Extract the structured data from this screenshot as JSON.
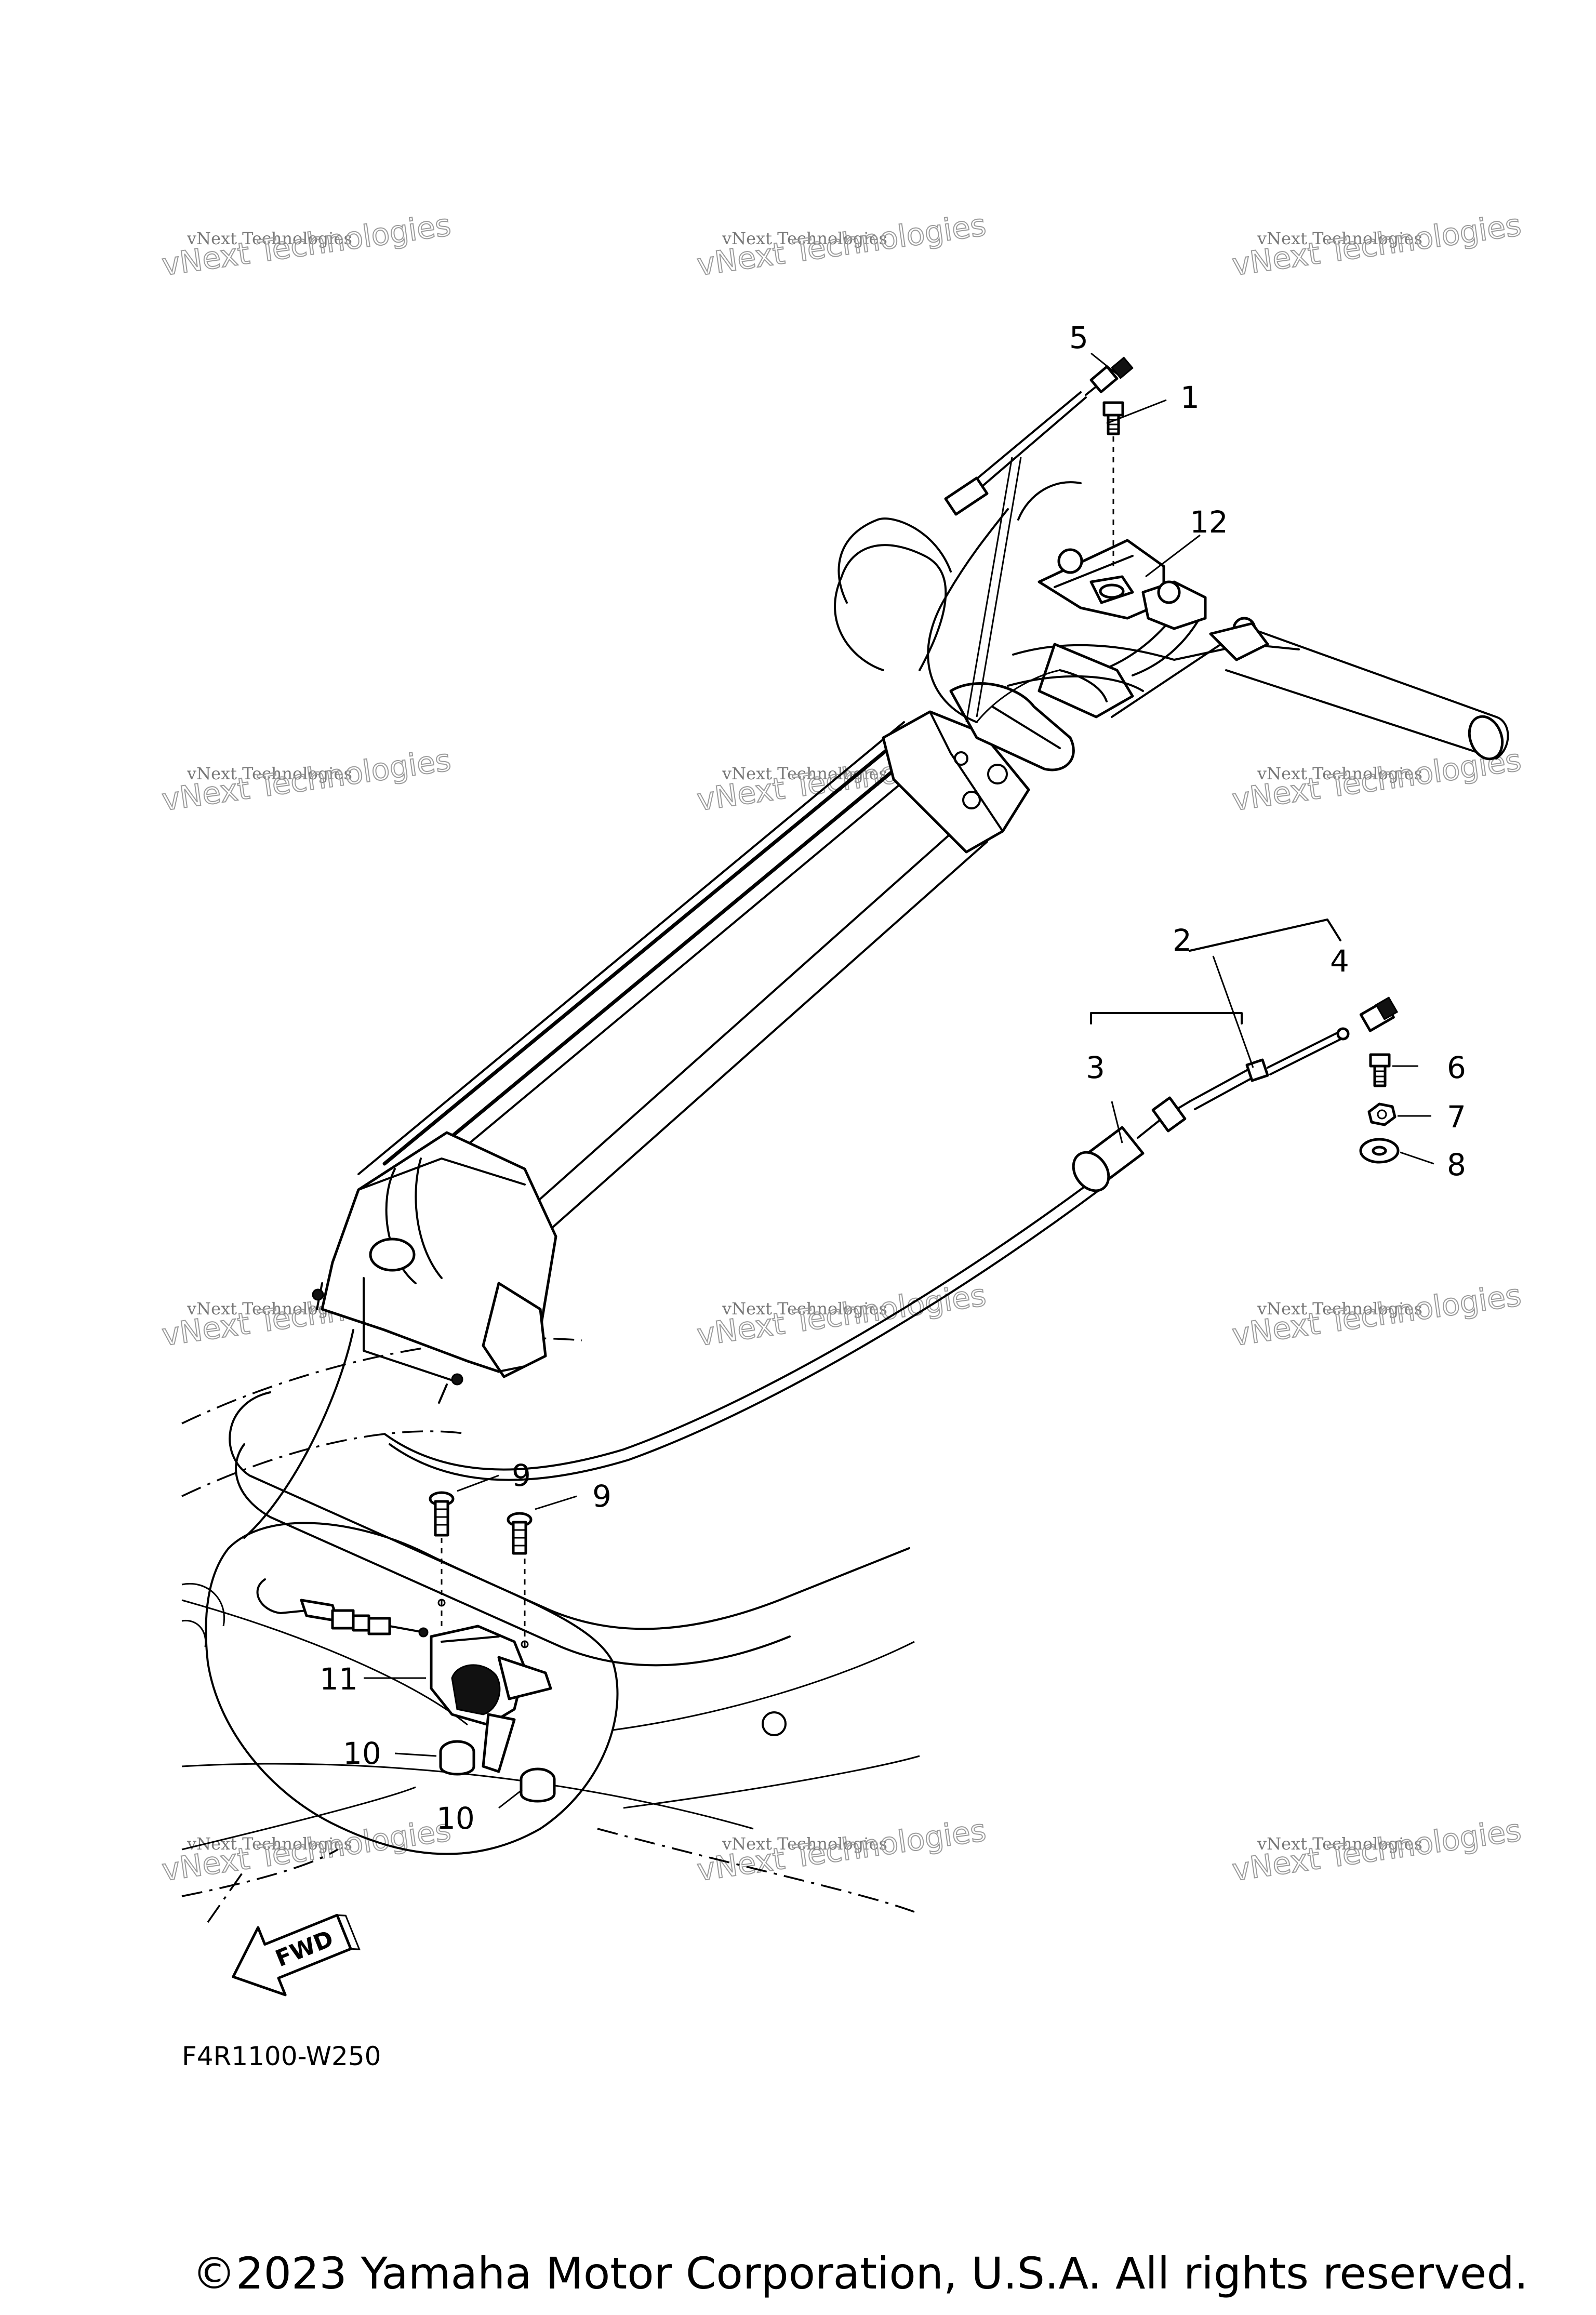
{
  "diagram_code": "F4R1100-W250",
  "copyright": "©2023 Yamaha Motor Corporation, U.S.A. All rights reserved.",
  "fwd_label": "FWD",
  "watermark": {
    "line1": "vNext Technologies",
    "line2": "vNext Technologies"
  },
  "callouts": {
    "c1": "1",
    "c2": "2",
    "c3": "3",
    "c4": "4",
    "c5": "5",
    "c6": "6",
    "c7": "7",
    "c8": "8",
    "c9a": "9",
    "c9b": "9",
    "c10a": "10",
    "c10b": "10",
    "c11": "11",
    "c12": "12"
  }
}
